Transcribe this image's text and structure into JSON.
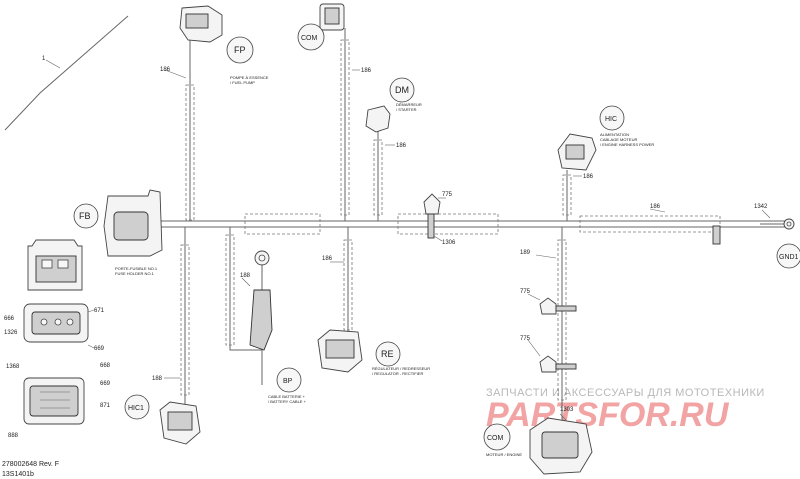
{
  "callouts": {
    "item_1": "1",
    "fp": "FP",
    "com_top": "COM",
    "dm": "DM",
    "hic": "HIC",
    "fb": "FB",
    "gnd1": "GND1",
    "re": "RE",
    "bp": "BP",
    "hic1": "HIC1",
    "com_bottom": "COM"
  },
  "part_numbers": {
    "p186_fp": "186",
    "p186_com": "186",
    "p186_dm": "186",
    "p186_hic": "186",
    "p186_gnd": "186",
    "p1342": "1342",
    "p775_top": "775",
    "p1306": "1306",
    "p188": "188",
    "p186_re": "186",
    "p189": "189",
    "p775_mid": "775",
    "p775_low": "775",
    "p1303": "1303",
    "p188_hic1": "188",
    "p671": "671",
    "p666": "666",
    "p1326": "1326",
    "p669_a": "669",
    "p1368": "1368",
    "p668": "668",
    "p669_b": "669",
    "p871": "871",
    "p888": "888"
  },
  "descriptions": {
    "fp_line1": "POMPE À ESSENCE",
    "fp_line2": "/ FUEL PUMP",
    "dm_line1": "DÉMARREUR",
    "dm_line2": "/ STARTER",
    "hic_line1": "ALIMENTATION",
    "hic_line2": "CABLAGE MOTEUR",
    "hic_line3": "/ ENGINE HARNESS POWER",
    "fb_line1": "PORTE-FUSIBLE NO.1",
    "fb_line2": "FUSE HOLDER NO.1",
    "re_line1": "RÉGULATEUR / REDRESSEUR",
    "re_line2": "/ REGULATOR - RECTIFIER",
    "bp_line1": "CABLE BATTERIE +",
    "bp_line2": "/ BATTERY CABLE +",
    "com_line1": "MOTEUR / ENGINE"
  },
  "drawing_ids": {
    "code_line1": "278002648 Rev. F",
    "code_line2": "13S1401b"
  },
  "watermark": {
    "line1": "ЗАПЧАСТИ И АКСЕССУАРЫ ДЛЯ МОТОТЕХНИКИ",
    "line2": "PARTSFOR.RU",
    "color": "#f2a3a3"
  }
}
